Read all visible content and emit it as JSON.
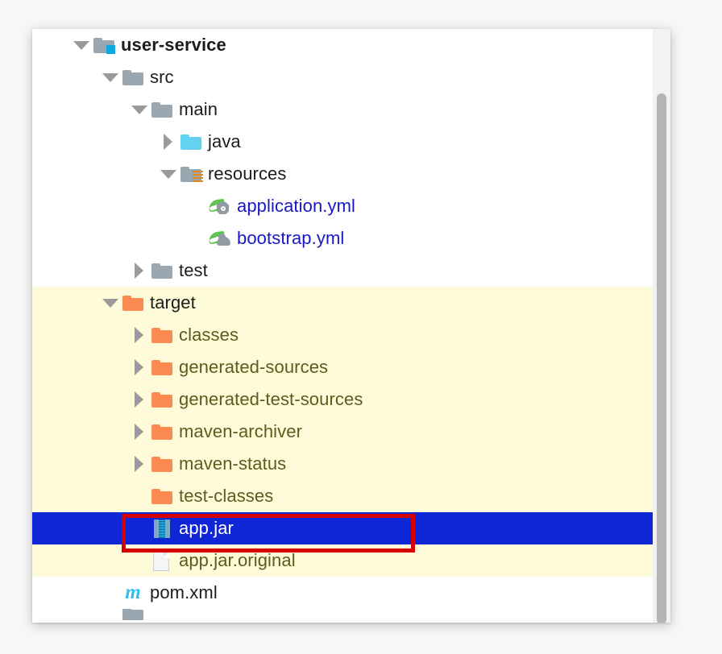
{
  "panel": {
    "title": "project-tree-panel",
    "colors": {
      "background": "#ffffff",
      "highlight_row": "#fdfbd8",
      "selection": "#0f26d6",
      "selection_text": "#ffffff",
      "annotation": "#d60000",
      "folder_gray": "#9aa7b0",
      "folder_orange": "#fb8b52",
      "folder_cyan": "#63d2ef",
      "link_text": "#1818c8",
      "olive_text": "#5c5c1f",
      "maven_icon": "#35bdf0",
      "scrollbar_thumb": "#b4b4b4"
    }
  },
  "tree": {
    "nodes": [
      {
        "label": "user-service",
        "icon": "module-folder-icon",
        "arrow": "down",
        "depth": 0,
        "style": "bold",
        "row": "normal"
      },
      {
        "label": "src",
        "icon": "folder-gray-icon",
        "arrow": "down",
        "depth": 1,
        "style": "plain",
        "row": "normal"
      },
      {
        "label": "main",
        "icon": "folder-gray-icon",
        "arrow": "down",
        "depth": 2,
        "style": "plain",
        "row": "normal"
      },
      {
        "label": "java",
        "icon": "folder-source-cyan-icon",
        "arrow": "right",
        "depth": 3,
        "style": "plain",
        "row": "normal"
      },
      {
        "label": "resources",
        "icon": "folder-resources-icon",
        "arrow": "down",
        "depth": 3,
        "style": "plain",
        "row": "normal"
      },
      {
        "label": "application.yml",
        "icon": "spring-config-gear-icon",
        "arrow": "none",
        "depth": 4,
        "style": "blue",
        "row": "normal"
      },
      {
        "label": "bootstrap.yml",
        "icon": "spring-config-cloud-icon",
        "arrow": "none",
        "depth": 4,
        "style": "blue",
        "row": "normal"
      },
      {
        "label": "test",
        "icon": "folder-gray-icon",
        "arrow": "right",
        "depth": 2,
        "style": "plain",
        "row": "normal"
      },
      {
        "label": "target",
        "icon": "folder-orange-icon",
        "arrow": "down",
        "depth": 1,
        "style": "plain",
        "row": "highlight"
      },
      {
        "label": "classes",
        "icon": "folder-orange-icon",
        "arrow": "right",
        "depth": 2,
        "style": "olive",
        "row": "highlight"
      },
      {
        "label": "generated-sources",
        "icon": "folder-orange-icon",
        "arrow": "right",
        "depth": 2,
        "style": "olive",
        "row": "highlight"
      },
      {
        "label": "generated-test-sources",
        "icon": "folder-orange-icon",
        "arrow": "right",
        "depth": 2,
        "style": "olive",
        "row": "highlight"
      },
      {
        "label": "maven-archiver",
        "icon": "folder-orange-icon",
        "arrow": "right",
        "depth": 2,
        "style": "olive",
        "row": "highlight"
      },
      {
        "label": "maven-status",
        "icon": "folder-orange-icon",
        "arrow": "right",
        "depth": 2,
        "style": "olive",
        "row": "highlight"
      },
      {
        "label": "test-classes",
        "icon": "folder-orange-icon",
        "arrow": "none",
        "depth": 2,
        "style": "olive",
        "row": "highlight"
      },
      {
        "label": "app.jar",
        "icon": "jar-archive-icon",
        "arrow": "none",
        "depth": 2,
        "style": "white",
        "row": "selected"
      },
      {
        "label": "app.jar.original",
        "icon": "file-plain-icon",
        "arrow": "none",
        "depth": 2,
        "style": "olive",
        "row": "highlight"
      },
      {
        "label": "pom.xml",
        "icon": "maven-m-icon",
        "arrow": "none",
        "depth": 1,
        "style": "plain",
        "row": "normal"
      },
      {
        "label": "",
        "icon": "folder-gray-icon",
        "arrow": "none",
        "depth": 1,
        "style": "plain",
        "row": "clipped"
      }
    ]
  },
  "annotation": {
    "target_label": "app.jar",
    "shape": "rectangle",
    "color": "#d60000"
  },
  "scrollbar": {
    "orientation": "vertical",
    "thumb_label": "vertical-scroll-thumb"
  }
}
